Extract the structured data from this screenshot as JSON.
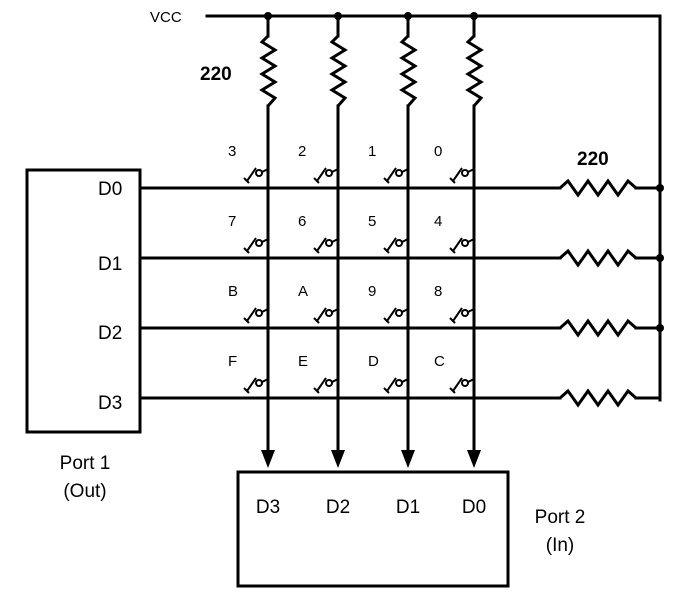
{
  "vcc_label": "VCC",
  "pullup_resistor_label": "220",
  "row_resistor_label": "220",
  "keys": [
    [
      "3",
      "2",
      "1",
      "0"
    ],
    [
      "7",
      "6",
      "5",
      "4"
    ],
    [
      "B",
      "A",
      "9",
      "8"
    ],
    [
      "F",
      "E",
      "D",
      "C"
    ]
  ],
  "port1": {
    "pins": [
      "D0",
      "D1",
      "D2",
      "D3"
    ],
    "name_line1": "Port 1",
    "name_line2": "(Out)"
  },
  "port2": {
    "pins": [
      "D3",
      "D2",
      "D1",
      "D0"
    ],
    "name_line1": "Port 2",
    "name_line2": "(In)"
  }
}
